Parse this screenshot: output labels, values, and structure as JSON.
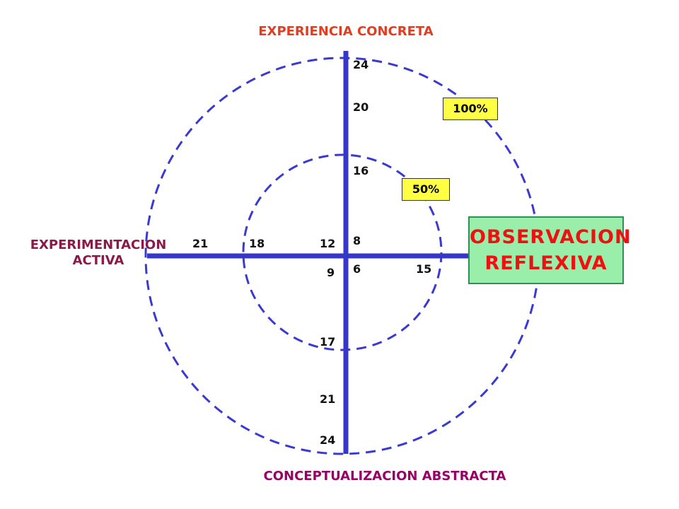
{
  "poles": {
    "top": "EXPERIENCIA CONCRETA",
    "bottom": "CONCEPTUALIZACION ABSTRACTA",
    "left_line1": "EXPERIMENTACION",
    "left_line2": "ACTIVA",
    "right_line1": "OBSERVACION",
    "right_line2": "REFLEXIVA"
  },
  "rings": {
    "outer_label": "100%",
    "inner_label": "50%"
  },
  "scale": {
    "top": [
      "24",
      "20",
      "16",
      "8",
      "6"
    ],
    "right": [
      "15"
    ],
    "bottom": [
      "9",
      "17",
      "21",
      "24"
    ],
    "left": [
      "21",
      "18",
      "12"
    ]
  },
  "colors": {
    "axis": "#3636c8",
    "ring": "#3a3ad0",
    "pole_text_red": "#e23d20",
    "pole_text_purple": "#990066",
    "pole_text_left": "#8b1a4a",
    "obs_fill": "#99eeaa",
    "obs_border": "#2f8f57",
    "pct_fill": "#ffff44"
  }
}
